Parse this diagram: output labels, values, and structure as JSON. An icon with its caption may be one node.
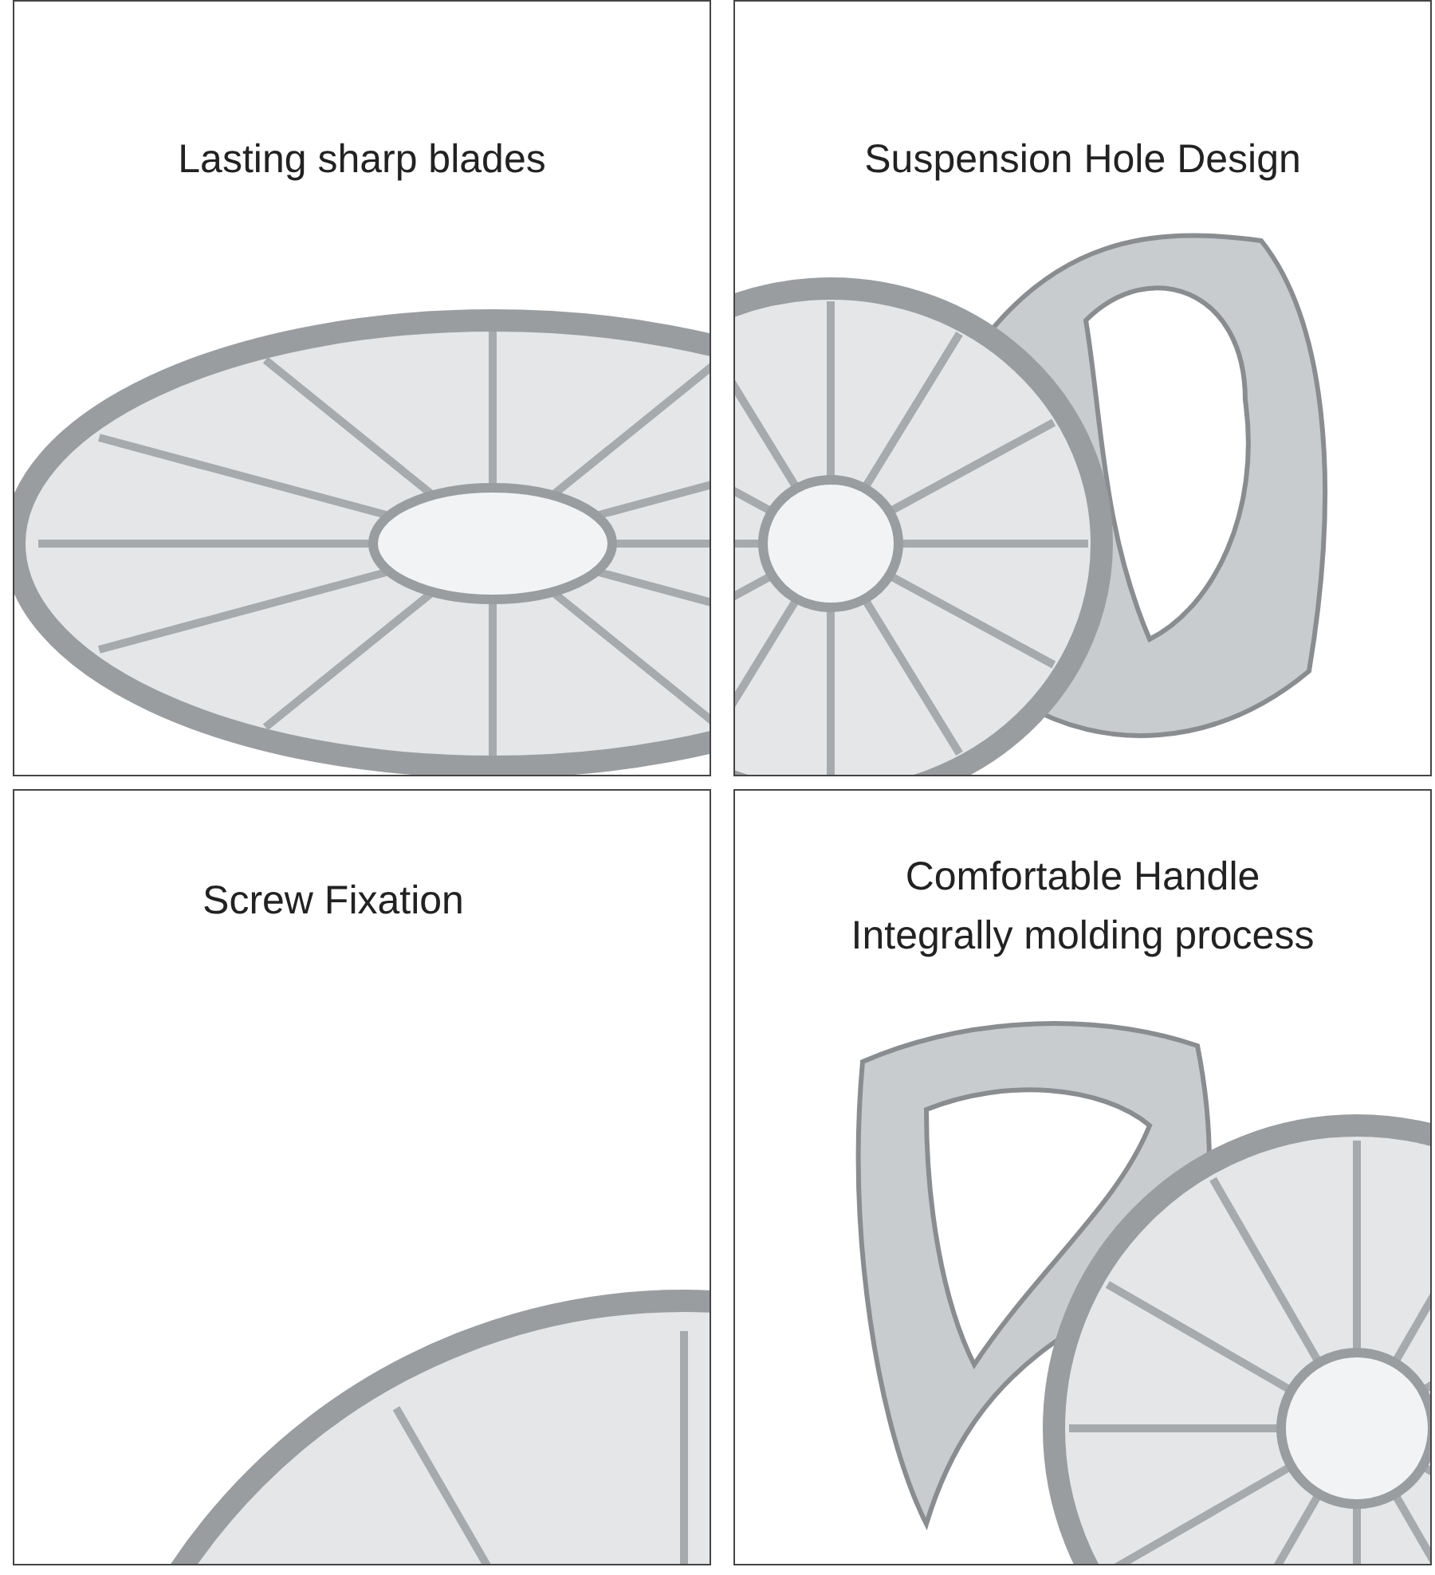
{
  "diagram": {
    "labels": [
      "Lasting sharp blades",
      "Suspension Hole Design",
      "Screw Fixation",
      "Comfortable Handle",
      "Integrally molding process"
    ]
  }
}
